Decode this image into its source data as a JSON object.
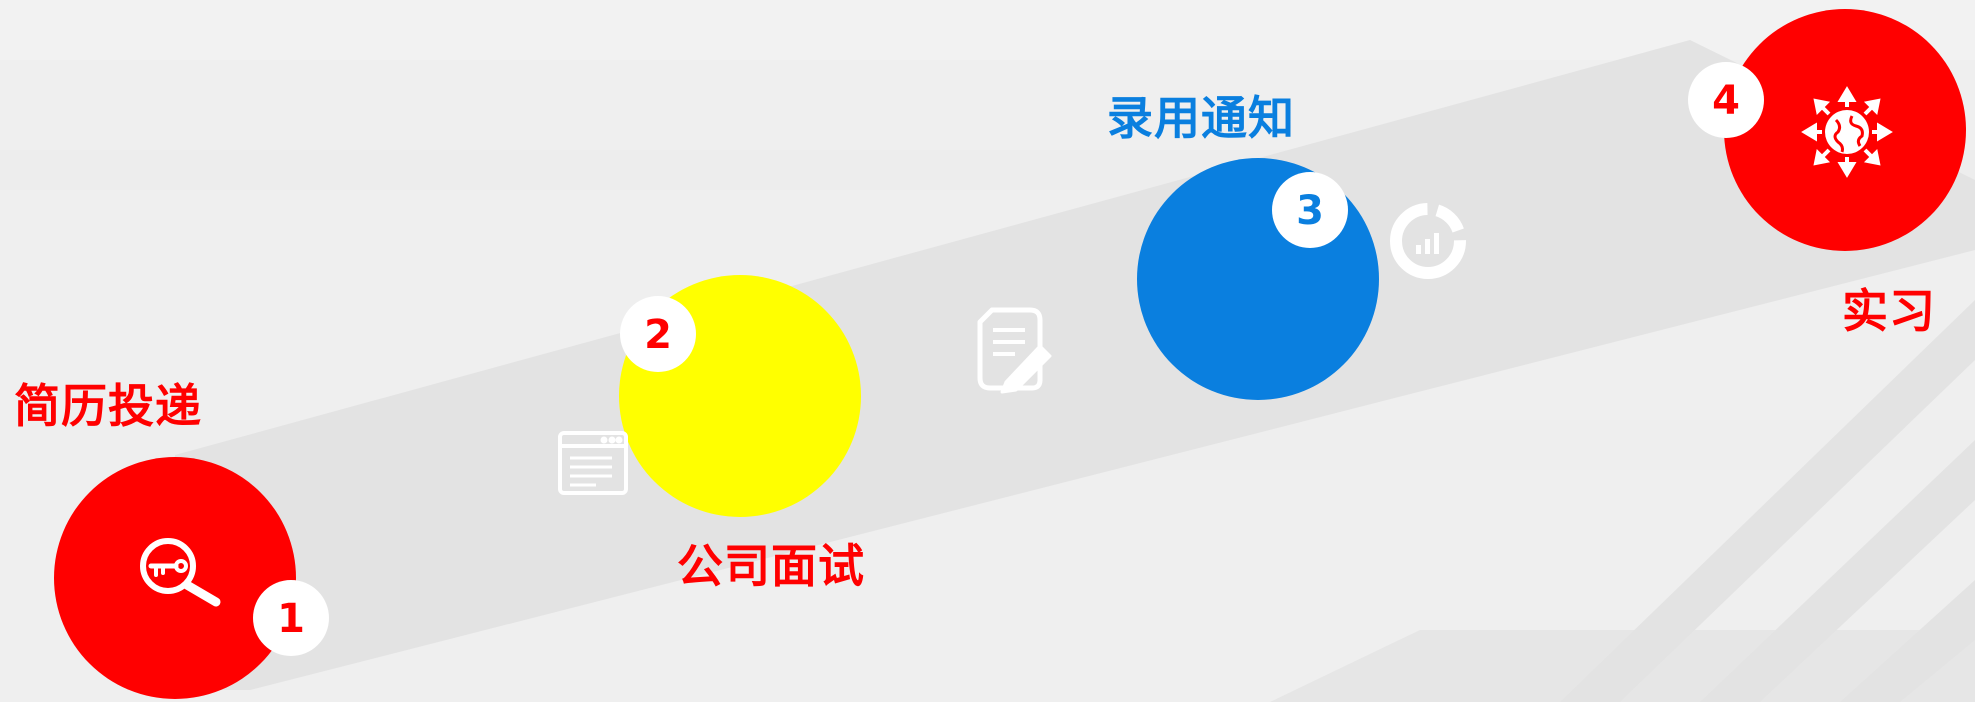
{
  "steps": [
    {
      "number": "1",
      "label": "简历投递",
      "color": "#ff0000",
      "icon": "key-search-icon"
    },
    {
      "number": "2",
      "label": "公司面试",
      "color": "#ffff00",
      "icon": "browser-window-icon"
    },
    {
      "number": "3",
      "label": "录用通知",
      "color": "#0a7fdf",
      "icon": "document-edit-icon"
    },
    {
      "number": "4",
      "label": "实习",
      "color": "#ff0000",
      "icon": "globe-network-icon"
    }
  ],
  "extra_icons": [
    "donut-chart-icon"
  ],
  "colors": {
    "background": "#eeeeee",
    "band": "#e2e2e2",
    "icon_white": "#ffffff"
  }
}
